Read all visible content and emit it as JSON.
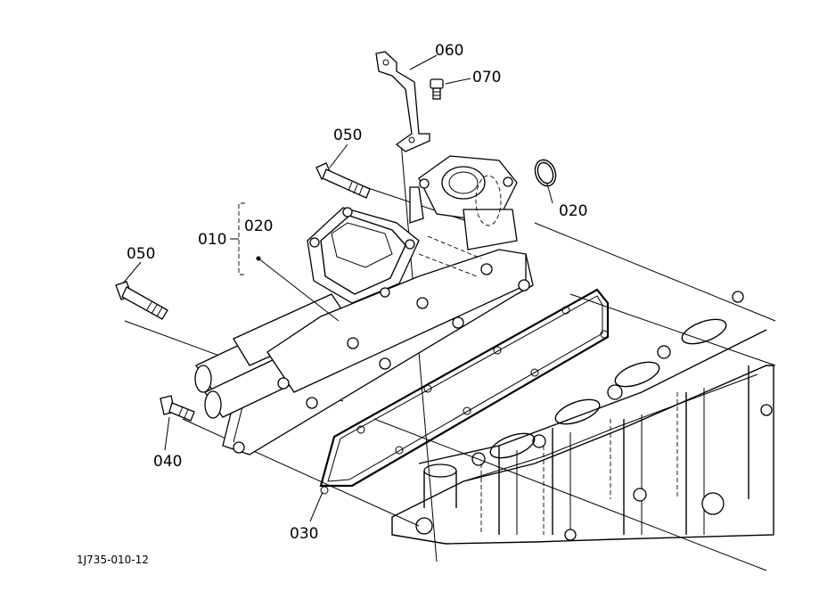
{
  "diagram": {
    "part_labels": {
      "p010": "010",
      "p020_bracket": "020",
      "p020_ring": "020",
      "p030": "030",
      "p040": "040",
      "p050_top": "050",
      "p050_left": "050",
      "p060": "060",
      "p070": "070"
    },
    "drawing_code": "1J735-010-12"
  }
}
